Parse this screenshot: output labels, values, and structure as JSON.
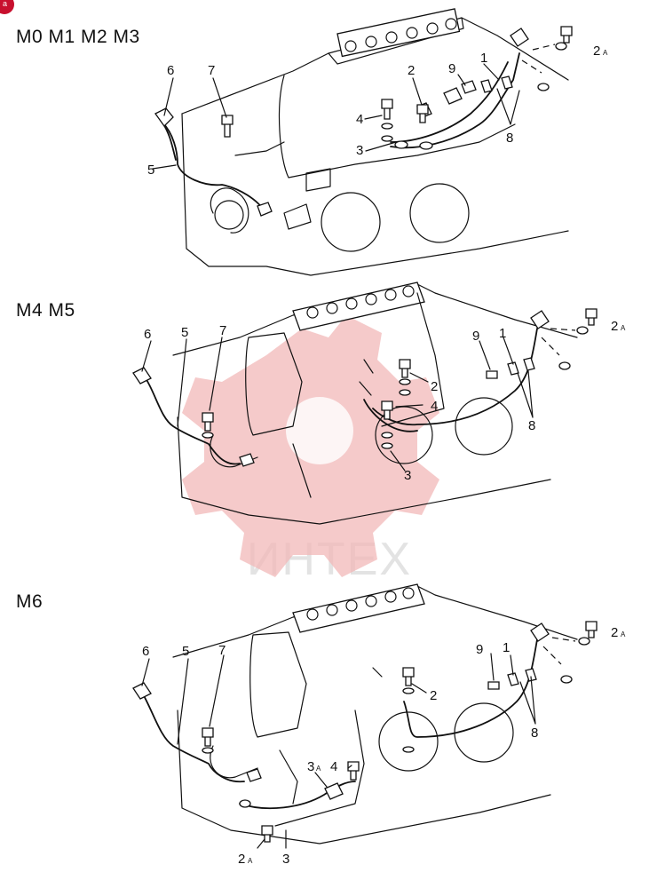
{
  "badge": {
    "text": "a"
  },
  "watermark": {
    "text": "ИНТЕХ"
  },
  "sections": [
    {
      "label": "M0  M1  M2  M3",
      "callouts": {
        "c1": "1",
        "c2": "2",
        "c2a": "2",
        "c3": "3",
        "c4": "4",
        "c5": "5",
        "c6": "6",
        "c7": "7",
        "c8": "8",
        "c9": "9"
      }
    },
    {
      "label": "M4  M5",
      "callouts": {
        "c1": "1",
        "c2": "2",
        "c2a": "2",
        "c3": "3",
        "c4": "4",
        "c5": "5",
        "c6": "6",
        "c7": "7",
        "c8": "8",
        "c9": "9"
      }
    },
    {
      "label": "M6",
      "callouts": {
        "c1": "1",
        "c2": "2",
        "c2a": "2",
        "c2b": "2",
        "c3": "3",
        "c3a": "3",
        "c4": "4",
        "c5": "5",
        "c6": "6",
        "c7": "7",
        "c8": "8",
        "c9": "9"
      }
    }
  ],
  "markers": {
    "a": "A"
  }
}
